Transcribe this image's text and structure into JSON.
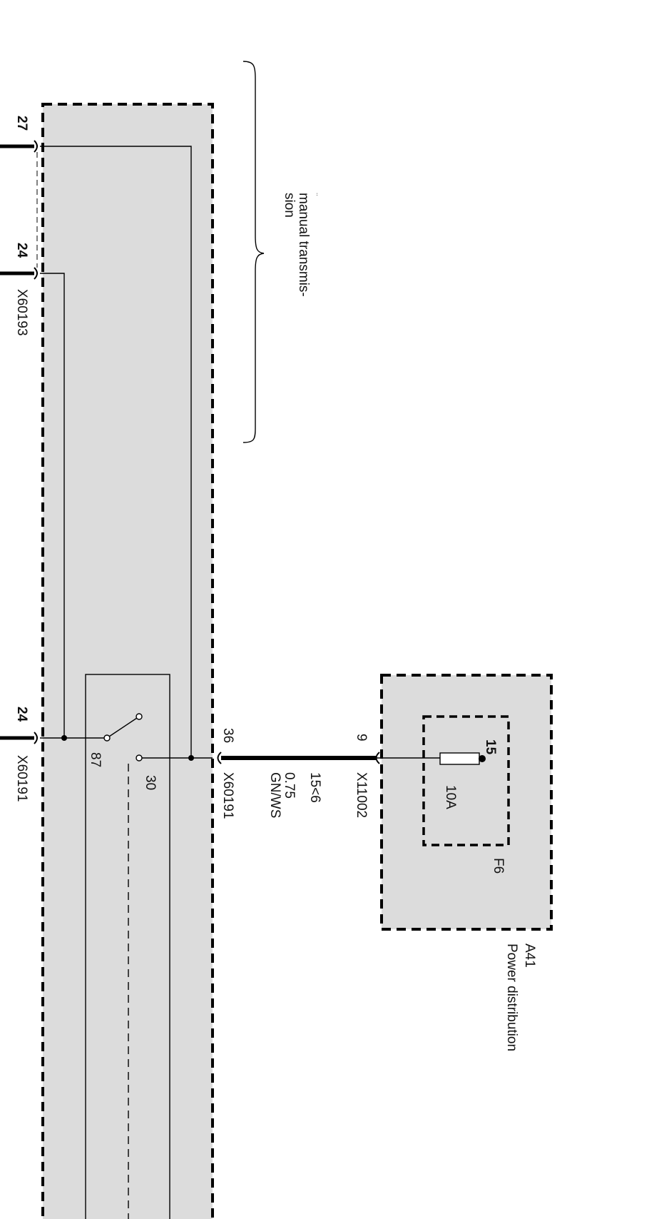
{
  "relay_module": {
    "pins": {
      "pin_27_top": "27",
      "pin_24_top": "24",
      "pin_24_bottom": "24",
      "pin_36": "36",
      "pin_87": "87",
      "pin_30": "30"
    },
    "connectors": {
      "x60193": "X60193",
      "x60191_left": "X60191",
      "x60191_right": "X60191"
    }
  },
  "annotation": {
    "note_mark": "..",
    "brace_text_line1": "manual transmis-",
    "brace_text_line2": "sion"
  },
  "wire": {
    "circuit": "15<6",
    "gauge": "0.75",
    "color_code": "GN/WS"
  },
  "power_distribution": {
    "pin_9": "9",
    "connector": "X11002",
    "fuse_terminal": "15",
    "fuse_rating": "10A",
    "fuse_id": "F6",
    "module_id": "A41",
    "module_name": "Power distribution"
  },
  "colors": {
    "module_fill": "#dcdcdc",
    "line": "#000000",
    "background": "#ffffff"
  }
}
